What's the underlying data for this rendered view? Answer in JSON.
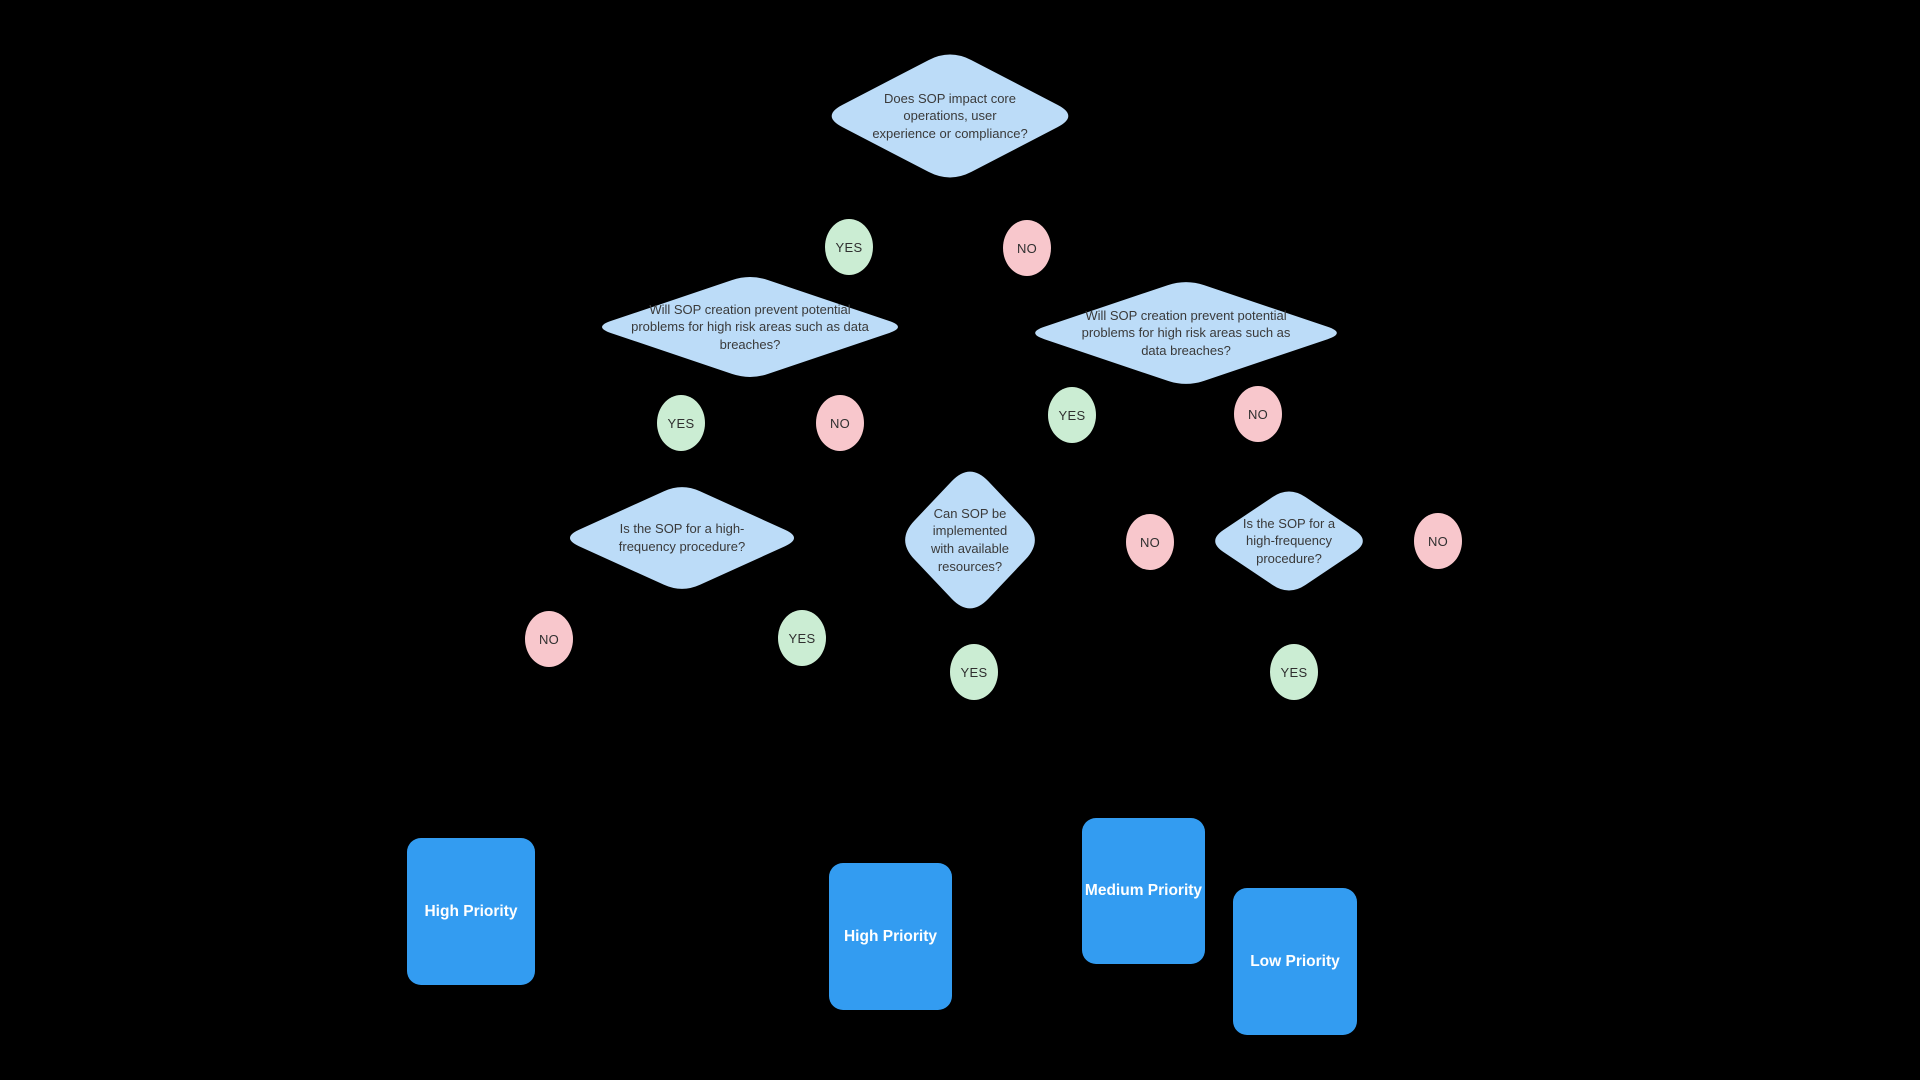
{
  "palette": {
    "background": "#000000",
    "decision_fill": "#BCDCF8",
    "yes_fill": "#CBEDD3",
    "no_fill": "#F8C7CC",
    "outcome_fill": "#339CF1",
    "decision_text": "#3A3A3A",
    "label_text": "#303030",
    "outcome_text": "#FFFFFF"
  },
  "flowchart": {
    "decisions": [
      {
        "text": "Does SOP impact core operations, user experience or compliance?"
      },
      {
        "text": "Will SOP creation prevent potential problems for high risk areas such as data breaches?"
      },
      {
        "text": "Will SOP creation prevent potential problems for high risk areas such as data breaches?"
      },
      {
        "text": "Is the SOP for a high-frequency procedure?"
      },
      {
        "text": "Can SOP be implemented with available resources?"
      },
      {
        "text": "Is the SOP for a high-frequency procedure?"
      }
    ],
    "branch_labels": [
      {
        "value": "YES"
      },
      {
        "value": "NO"
      },
      {
        "value": "YES"
      },
      {
        "value": "NO"
      },
      {
        "value": "YES"
      },
      {
        "value": "NO"
      },
      {
        "value": "NO"
      },
      {
        "value": "NO"
      },
      {
        "value": "NO"
      },
      {
        "value": "YES"
      },
      {
        "value": "YES"
      },
      {
        "value": "YES"
      }
    ],
    "outcomes": [
      {
        "text": "High Priority"
      },
      {
        "text": "High Priority"
      },
      {
        "text": "Medium Priority"
      },
      {
        "text": "Low Priority"
      }
    ]
  }
}
